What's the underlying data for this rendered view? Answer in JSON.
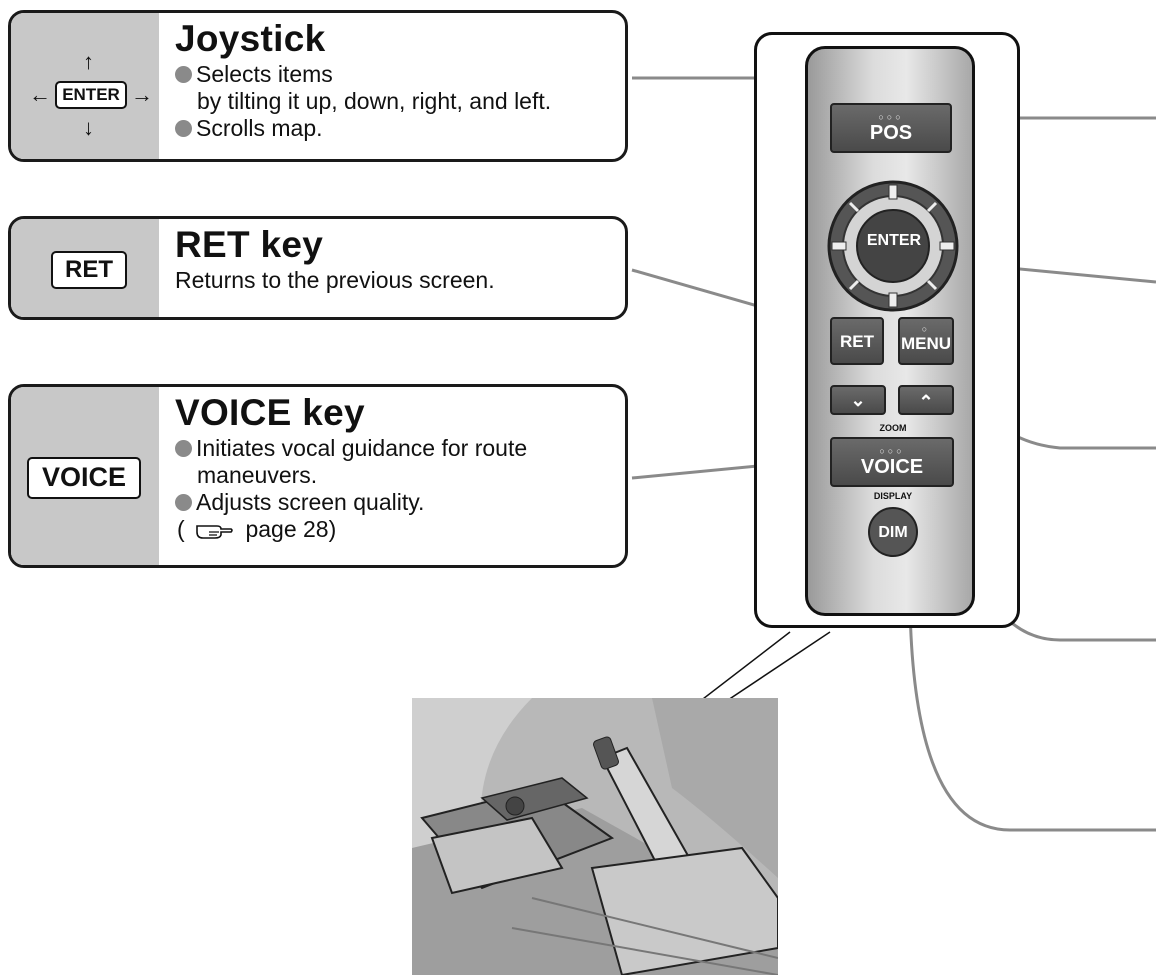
{
  "joystick": {
    "title": "Joystick",
    "enter_label": "ENTER",
    "arrows": {
      "up": "↑",
      "down": "↓",
      "left": "←",
      "right": "→"
    },
    "line1": "Selects items",
    "line2": "by tilting it up, down, right, and left.",
    "line3": "Scrolls map."
  },
  "ret": {
    "key_label": "RET",
    "title": "RET key",
    "desc": "Returns to the previous screen."
  },
  "voice": {
    "key_label": "VOICE",
    "title": "VOICE key",
    "line1": "Initiates vocal guidance for route",
    "line2": "maneuvers.",
    "line3": "Adjusts screen quality.",
    "line4_open": "(",
    "page_ref": "page 28)",
    "pointer_icon": "hand-pointer-icon"
  },
  "remote": {
    "pos": "POS",
    "enter": "ENTER",
    "ret": "RET",
    "menu": "MENU",
    "zoom": "ZOOM",
    "voice": "VOICE",
    "display": "DISPLAY",
    "dim": "DIM"
  },
  "colors": {
    "panel": "#c8c8c8",
    "button": "#555555",
    "leader": "#8a8a8a"
  }
}
